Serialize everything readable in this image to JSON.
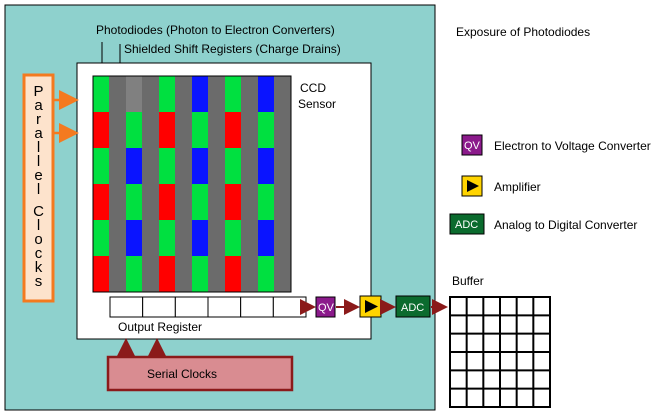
{
  "title": "Exposure of Photodiodes",
  "labels": {
    "photodiodes": "Photodiodes (Photon to Electron Converters)",
    "shielded": "Shielded Shift Registers (Charge Drains)",
    "ccd_line1": "CCD",
    "ccd_line2": "Sensor",
    "parallel_clocks": "Parallel Clocks",
    "output_register": "Output Register",
    "serial_clocks": "Serial Clocks",
    "buffer": "Buffer"
  },
  "legend": [
    {
      "symbol": "QV",
      "label": "Electron to Voltage Converter"
    },
    {
      "symbol": "amplifier-icon",
      "label": "Amplifier"
    },
    {
      "symbol": "ADC",
      "label": "Analog to Digital Converter"
    }
  ],
  "chain": {
    "qv": "QV",
    "adc": "ADC"
  },
  "sensor": {
    "rows": 6,
    "cols": 6,
    "filter_pattern": [
      [
        "green",
        "gray",
        "green",
        "blue",
        "green",
        "blue"
      ],
      [
        "red",
        "green",
        "red",
        "green",
        "red",
        "green"
      ],
      [
        "green",
        "blue",
        "green",
        "blue",
        "green",
        "blue"
      ],
      [
        "red",
        "green",
        "red",
        "green",
        "red",
        "green"
      ],
      [
        "green",
        "blue",
        "green",
        "blue",
        "green",
        "blue"
      ],
      [
        "red",
        "green",
        "red",
        "green",
        "red",
        "green"
      ]
    ]
  },
  "buffer_grid": {
    "rows": 6,
    "cols": 6
  },
  "colors": {
    "panel": "#8ed1cd",
    "red": "#ff0000",
    "green": "#00e040",
    "blue": "#0a14ff",
    "clock_orange": "#f47a1f",
    "clock_fill": "#fde3cc",
    "serial_fill": "#d98c91",
    "serial_border": "#8b1a1a",
    "qv": "#8b1a8b",
    "amp": "#ffd400",
    "adc": "#0b6b2e"
  }
}
